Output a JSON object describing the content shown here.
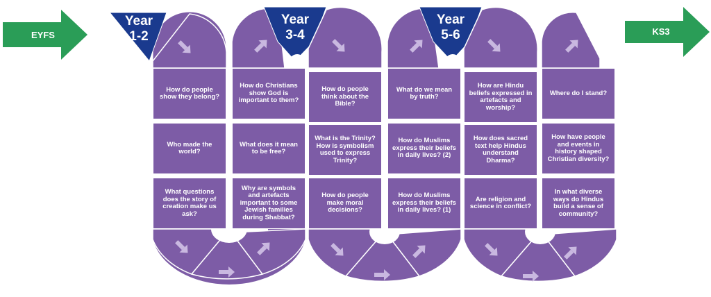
{
  "start_arrow": {
    "label": "EYFS"
  },
  "end_arrow": {
    "label": "KS3"
  },
  "year_badges": [
    {
      "line1": "Year",
      "line2": "1-2"
    },
    {
      "line1": "Year",
      "line2": "3-4"
    },
    {
      "line1": "Year",
      "line2": "5-6"
    }
  ],
  "topics": {
    "col1": [
      "How do people show they belong?",
      "Who made the world?",
      "What questions does the story of creation make us ask?"
    ],
    "col2": [
      "How do Christians show God is important to them?",
      "What does it mean to be free?",
      "Why are symbols and artefacts important to some Jewish families during Shabbat?"
    ],
    "col3": [
      "How do people think about the Bible?",
      "What is the Trinity? How is symbolism used to express Trinity?",
      "How do people make moral decisions?"
    ],
    "col4": [
      "What do we mean by truth?",
      "How do Muslims express their beliefs in daily lives? (2)",
      "How do Muslims express their beliefs in daily lives? (1)"
    ],
    "col5": [
      "How are Hindu beliefs expressed in artefacts and worship?",
      "How does sacred text help Hindus understand Dharma?",
      "Are religion and science in conflict?"
    ],
    "col6": [
      "Where do I stand?",
      "How have people and events in history shaped Christian diversity?",
      "In what diverse ways do Hindus build a sense of community?"
    ]
  },
  "colors": {
    "path_purple": "#7d5ca6",
    "year_blue": "#1a3a8e",
    "arrow_green": "#2a9d57",
    "tile_arrow": "#c9b8e0"
  }
}
